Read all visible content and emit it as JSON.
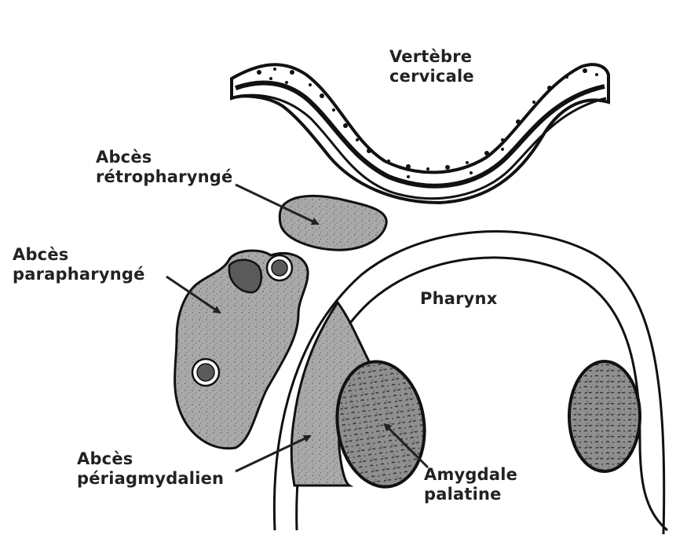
{
  "labels": {
    "vertebre": {
      "line1": "Vertèbre",
      "line2": "cervicale"
    },
    "retro": {
      "line1": "Abcès",
      "line2": "rétropharyngé"
    },
    "para": {
      "line1": "Abcès",
      "line2": "parapharyngé"
    },
    "pharynx": {
      "line1": "Pharynx"
    },
    "peri": {
      "line1": "Abcès",
      "line2": "périagmydalien"
    },
    "amygdale": {
      "line1": "Amygdale",
      "line2": "palatine"
    }
  },
  "colors": {
    "ink": "#222222",
    "abscess_fill": "#a9a9a9",
    "abscess_dark": "#5a5a5a",
    "tonsil_fill": "#8c8c8c",
    "background": "#ffffff"
  }
}
